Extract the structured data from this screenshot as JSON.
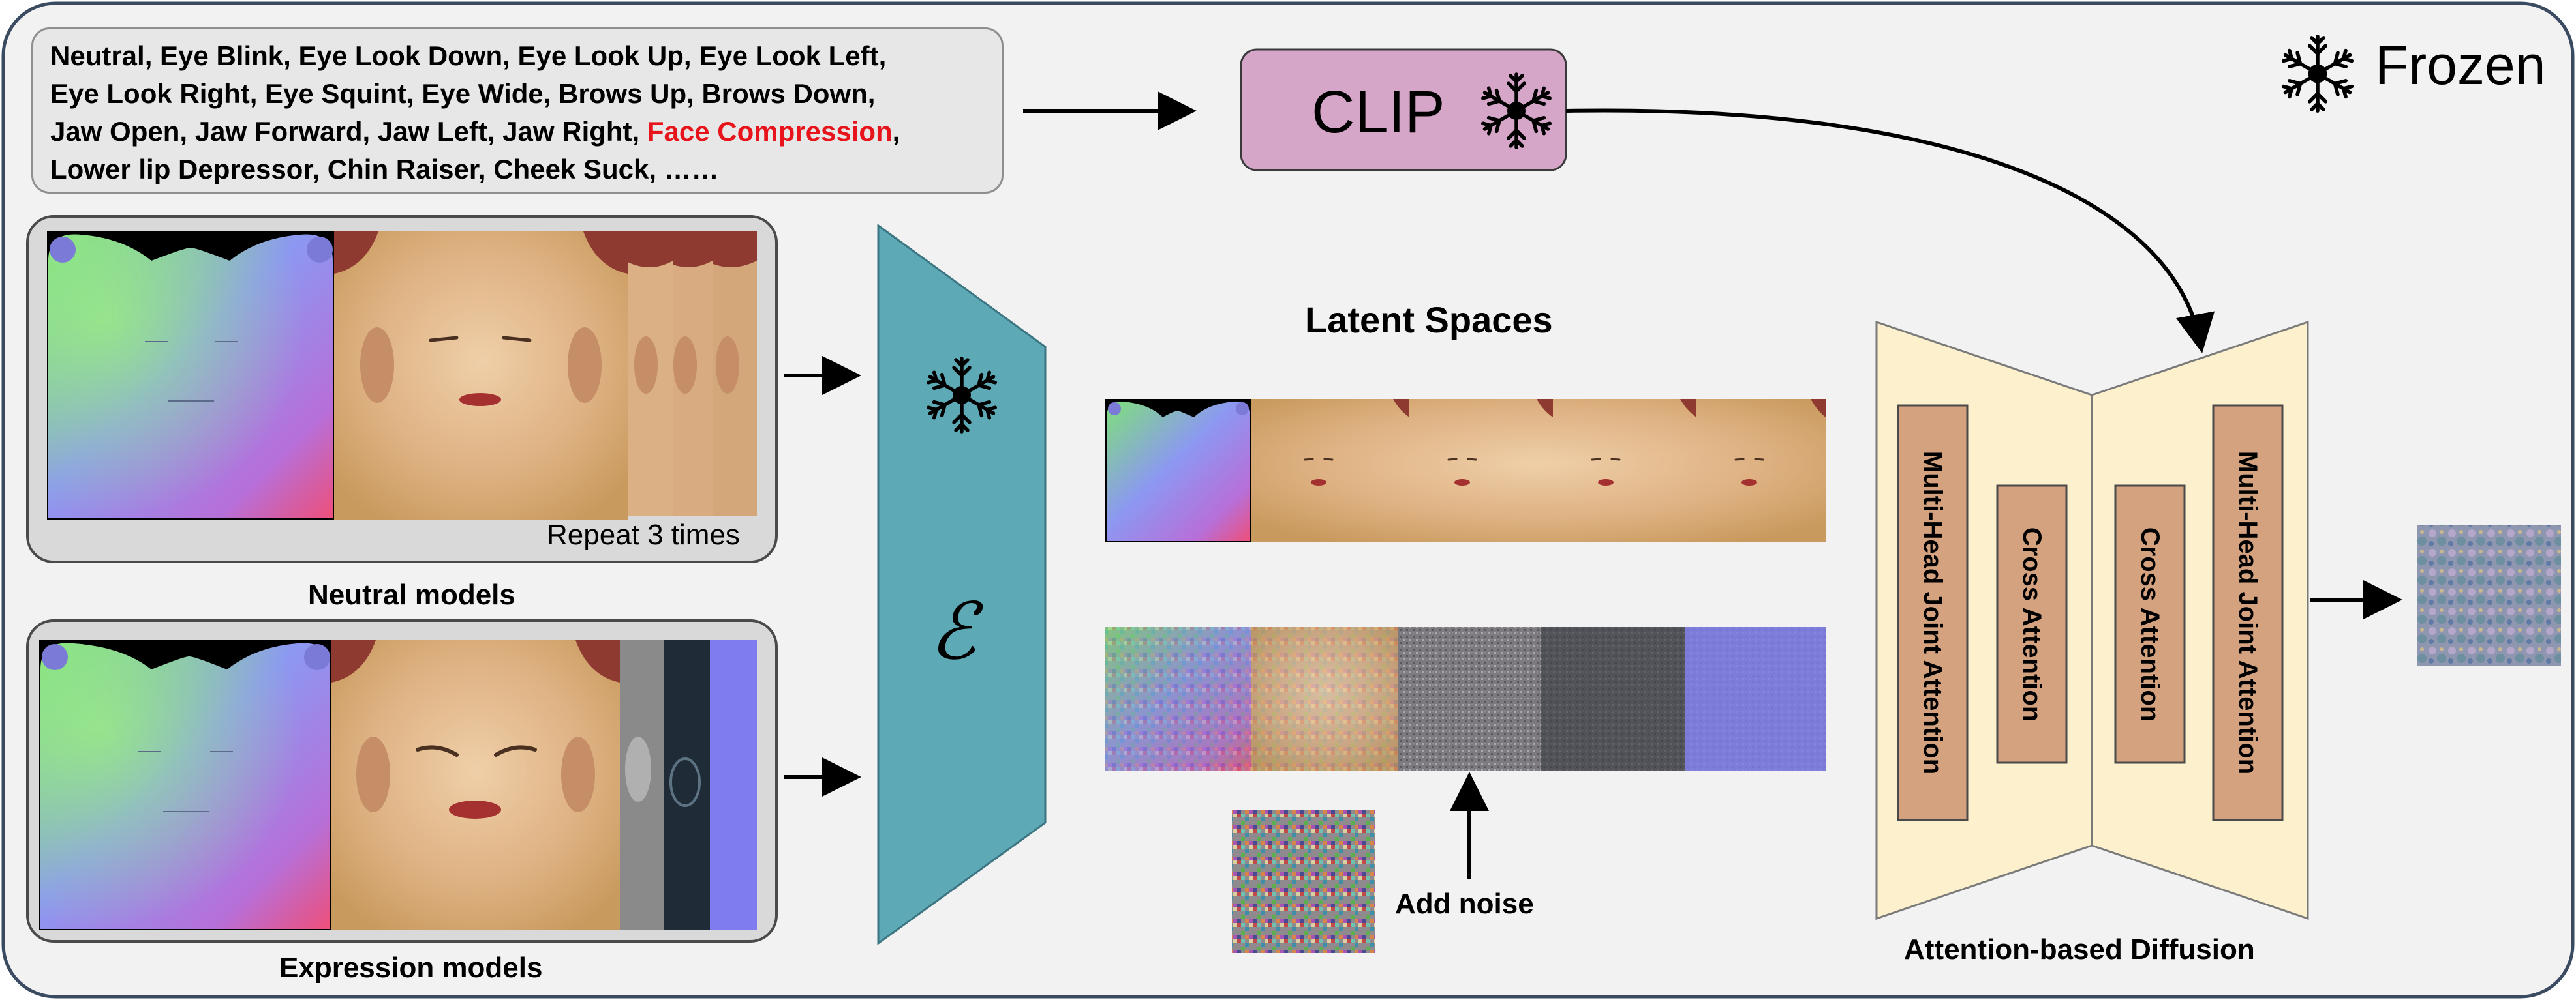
{
  "frozen": {
    "label": "Frozen"
  },
  "prompt": {
    "line1": "Neutral, Eye Blink, Eye Look Down, Eye Look Up, Eye Look Left,",
    "line2": "Eye Look Right, Eye Squint, Eye Wide, Brows Up, Brows Down,",
    "line3_a": "Jaw Open, Jaw Forward, Jaw Left, Jaw Right, ",
    "line3_highlight": "Face Compression",
    "line3_b": ",",
    "line4": "Lower lip Depressor, Chin Raiser, Cheek Suck, ……"
  },
  "clip": {
    "label": "CLIP"
  },
  "neutral": {
    "repeat_label": "Repeat 3 times",
    "caption": "Neutral models"
  },
  "expression": {
    "caption": "Expression models"
  },
  "encoder": {
    "symbol": "ℰ"
  },
  "latent": {
    "title": "Latent Spaces",
    "noise_label": "Add noise"
  },
  "diffusion": {
    "caption": "Attention-based Diffusion",
    "blocks": [
      "Multi-Head Joint Attention",
      "Cross Attention",
      "Cross Attention",
      "Multi-Head Joint Attention"
    ]
  },
  "colors": {
    "panel": "#f2f2f2",
    "clip": "#d6a6c9",
    "encoder": "#5ea9b6",
    "unet": "#fdf0cc",
    "attention": "#d4a27f",
    "highlight": "#e8141b"
  }
}
